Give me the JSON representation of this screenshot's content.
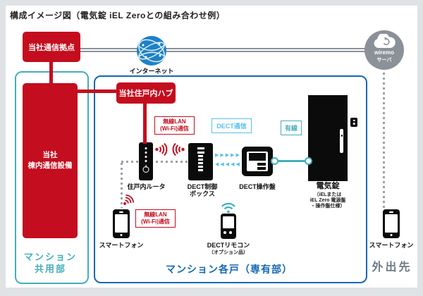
{
  "title": "構成イメージ図（電気錠 iEL Zeroとの組み合わせ例）",
  "colors": {
    "red": "#c40d1e",
    "blue": "#1568b3",
    "teal": "#45aebc",
    "light_blue": "#5bc0e8",
    "gray": "#8a9199",
    "globe_blue": "#1e82c5",
    "outside_text": "#6e7b87"
  },
  "top": {
    "comm_base": "当社通信拠点",
    "internet": "インターネット",
    "server_name": "wiremo",
    "server_sub": "サーバ"
  },
  "common_area": {
    "equipment_line1": "当社",
    "equipment_line2": "棟内通信設備",
    "zone_line1": "マンション",
    "zone_line2": "共用部"
  },
  "unit_area": {
    "hub": "当社住戸内ハブ",
    "router": "住戸内ルータ",
    "control_box_line1": "DECT制御",
    "control_box_line2": "ボックス",
    "panel": "DECT操作盤",
    "lock": "電気錠",
    "lock_sub1": "（iELまたは",
    "lock_sub2": "iEL Zero 電源盤",
    "lock_sub3": "・操作盤仕様）",
    "smartphone": "スマートフォン",
    "remote": "DECTリモコン",
    "remote_sub": "（オプション品）",
    "wifi_tag_line1": "無線LAN",
    "wifi_tag_line2": "(Wi-Fi)通信",
    "dect_tag": "DECT通信",
    "wired_tag": "有線",
    "zone": "マンション各戸（専有部）"
  },
  "outside": {
    "smartphone": "スマートフォン",
    "zone": "外出先"
  },
  "glyphs": {
    "arrows_right": "▶▶▶▶▶",
    "arrows_left": "◀◀◀◀◀"
  }
}
